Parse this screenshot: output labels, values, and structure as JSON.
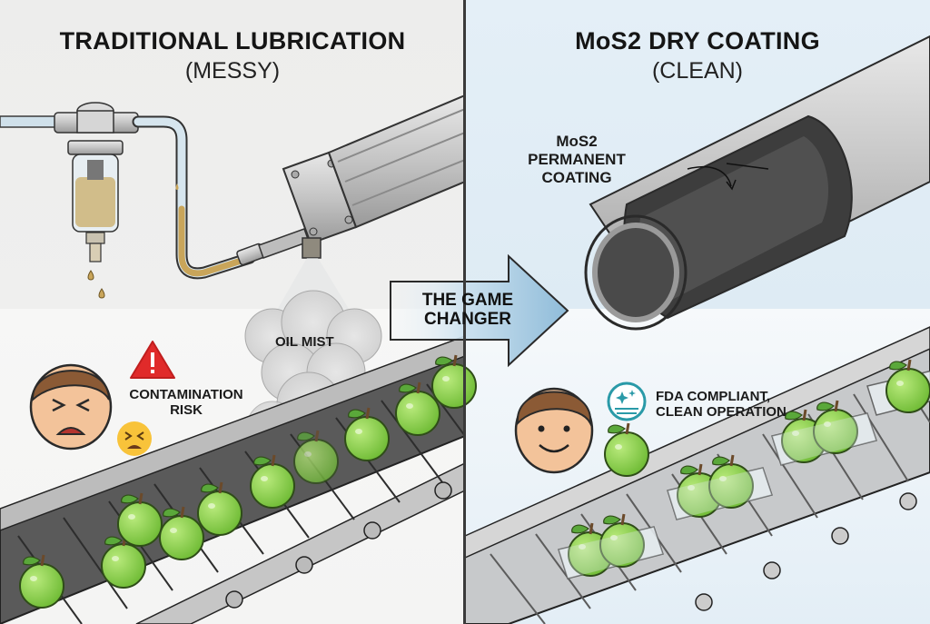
{
  "left_panel": {
    "title": "TRADITIONAL LUBRICATION",
    "subtitle": "(MESSY)",
    "mist_label": "OIL MIST",
    "warning_label_line1": "CONTAMINATION",
    "warning_label_line2": "RISK",
    "icons": [
      "oil-filter-icon",
      "pneumatic-cylinder-icon",
      "warning-triangle-icon",
      "disgusted-face-icon",
      "tired-face-emoji-icon",
      "apple-icon"
    ]
  },
  "center": {
    "arrow_line1": "THE GAME",
    "arrow_line2": "CHANGER"
  },
  "right_panel": {
    "title": "MoS2 DRY COATING",
    "subtitle": "(CLEAN)",
    "coating_label_line1": "MoS2",
    "coating_label_line2": "PERMANENT",
    "coating_label_line3": "COATING",
    "status_label_line1": "FDA COMPLIANT,",
    "status_label_line2": "CLEAN OPERATION",
    "icons": [
      "coated-tube-icon",
      "clean-sparkle-icon",
      "smiling-face-icon",
      "green-apple-emoji-icon",
      "packaged-apple-tray-icon"
    ]
  },
  "colors": {
    "apple_green": "#8fd14f",
    "oil_amber": "#c9a55a",
    "warning_red": "#e02a2a",
    "arrow_blue": "#9fc7e0",
    "clean_teal": "#2a9aa8"
  }
}
